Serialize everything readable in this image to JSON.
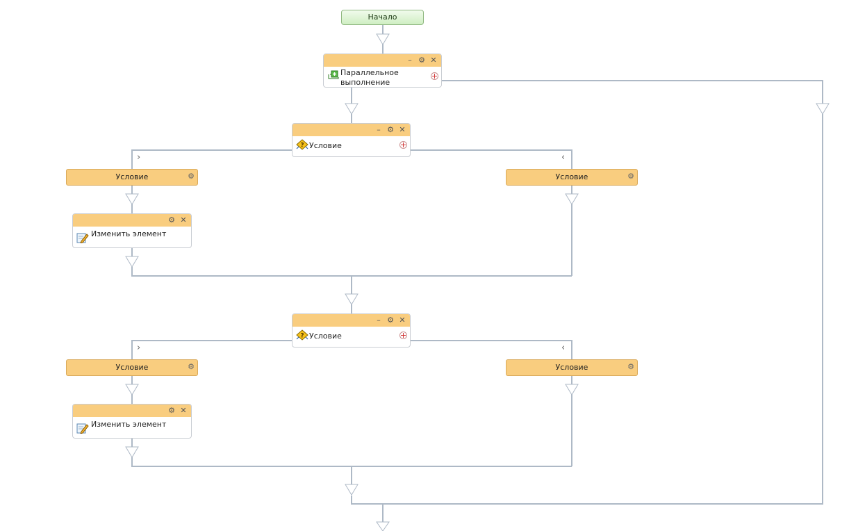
{
  "start": {
    "label": "Начало"
  },
  "parallel": {
    "label": "Параллельное\nвыполнение",
    "icon": "parallel-icon"
  },
  "condition_blocks": [
    {
      "label": "Условие",
      "icon": "condition-icon"
    },
    {
      "label": "Условие",
      "icon": "condition-icon"
    }
  ],
  "branches": [
    {
      "label": "Условие"
    },
    {
      "label": "Условие"
    },
    {
      "label": "Условие"
    },
    {
      "label": "Условие"
    }
  ],
  "change_element": [
    {
      "label": "Изменить элемент",
      "icon": "edit-element-icon"
    },
    {
      "label": "Изменить элемент",
      "icon": "edit-element-icon"
    }
  ],
  "toolbar": {
    "minimize": "–",
    "settings": "⚙",
    "close": "✕"
  },
  "chevrons": {
    "right": "›",
    "left": "‹"
  },
  "colors": {
    "header": "#f9cd7f",
    "connector": "#aeb9c6",
    "start_fill": "#cfeec3",
    "start_border": "#8fb880"
  }
}
